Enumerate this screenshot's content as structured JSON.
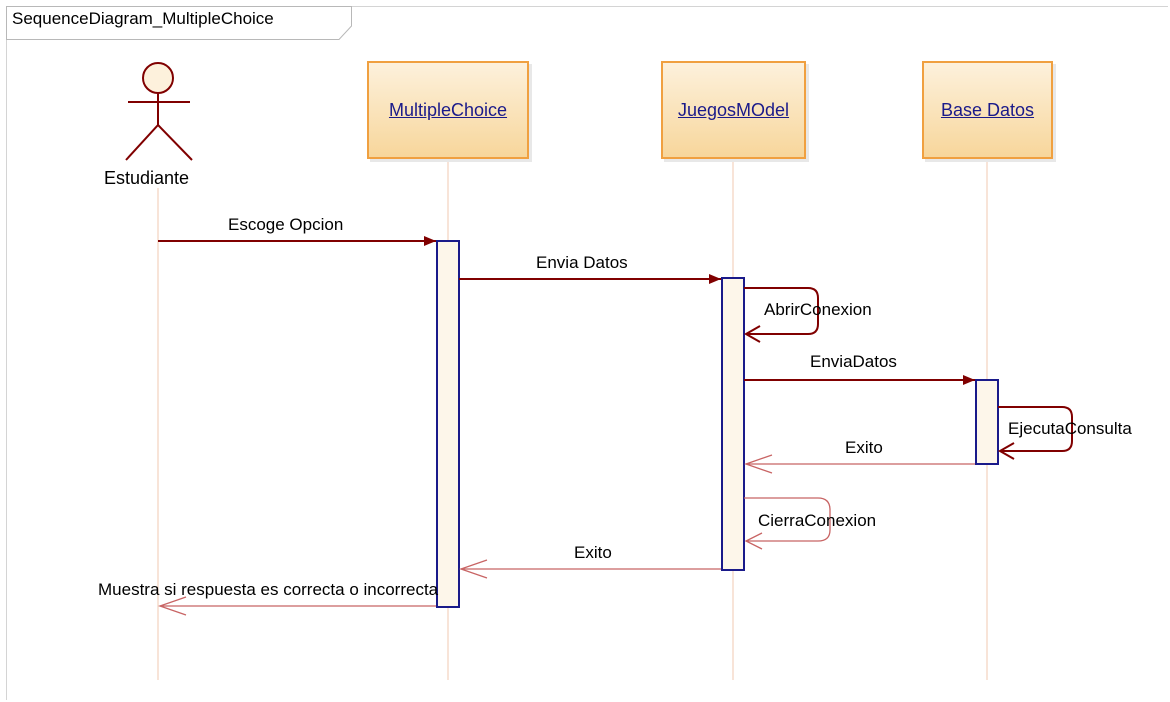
{
  "diagram": {
    "frame_title": "SequenceDiagram_MultipleChoice",
    "actor": {
      "label": "Estudiante"
    },
    "lifelines": [
      {
        "label": "MultipleChoice"
      },
      {
        "label": "JuegosMOdel"
      },
      {
        "label": "Base Datos"
      }
    ],
    "messages": {
      "escoge_opcion": "Escoge Opcion",
      "envia_datos_1": "Envia Datos",
      "abrir_conexion": "AbrirConexion",
      "envia_datos_2": "EnviaDatos",
      "ejecuta_consulta": "EjecutaConsulta",
      "exito_db": "Exito",
      "cierra_conexion": "CierraConexion",
      "exito_model": "Exito",
      "muestra_resultado": "Muestra si respuesta es correcta o incorrecta"
    },
    "colors": {
      "message_line": "#800000",
      "return_line": "#c86464",
      "activation_border": "#1a1a8a",
      "lifeline_box_border": "#f0a040"
    }
  }
}
